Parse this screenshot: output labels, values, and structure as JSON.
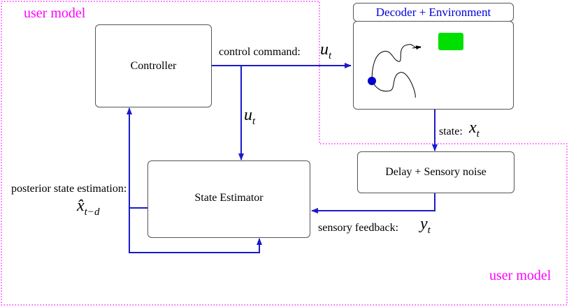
{
  "regions": {
    "user_model_top_label": "user model",
    "user_model_bottom_label": "user model",
    "region_color": "#ff00ff"
  },
  "blocks": {
    "controller": "Controller",
    "decoder_environment": "Decoder + Environment",
    "state_estimator": "State Estimator",
    "delay_noise": "Delay + Sensory noise"
  },
  "signals": {
    "control_command_label": "control command:",
    "control_command_var": "u",
    "control_command_sub": "t",
    "estimator_input_var": "u",
    "estimator_input_sub": "t",
    "state_label": "state:",
    "state_var": "x",
    "state_sub": "t",
    "feedback_label": "sensory feedback:",
    "feedback_var": "y",
    "feedback_sub": "t",
    "posterior_label": "posterior state estimation:",
    "posterior_var": "x̂",
    "posterior_sub": "t−d"
  },
  "colors": {
    "arrow": "#1a1acc",
    "decoder_title": "#0000dd",
    "target": "#00e000",
    "cursor": "#0000cc"
  }
}
